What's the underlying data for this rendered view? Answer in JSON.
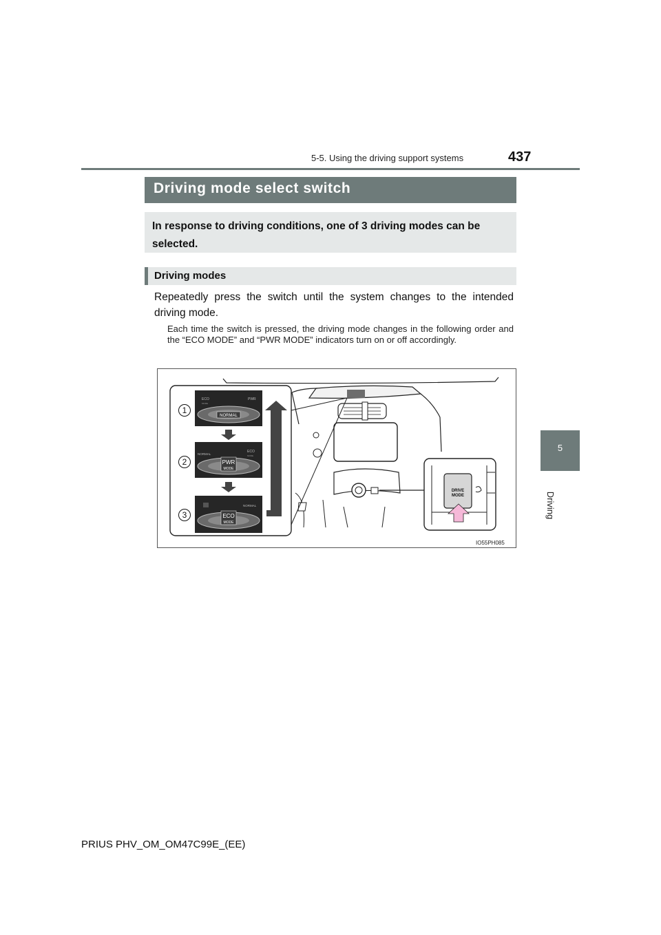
{
  "header": {
    "section": "5-5. Using the driving support systems",
    "page_number": "437"
  },
  "side_tab": {
    "chapter_number": "5",
    "chapter_label": "Driving"
  },
  "section_title": "Driving mode select switch",
  "intro": "In response to driving conditions, one of 3 driving modes can be selected.",
  "subsection_title": "Driving modes",
  "instruction": "Repeatedly press the switch until the system changes to the intended driving mode.",
  "note": "Each time the switch is pressed, the driving mode changes in the following order and the “ECO MODE” and “PWR MODE” indicators turn on or off accordingly.",
  "figure": {
    "callouts": [
      "1",
      "2",
      "3"
    ],
    "panel1": {
      "eco": "ECO",
      "mode_small": "MODE",
      "pwr": "PWR",
      "center": "NORMAL"
    },
    "panel2": {
      "normal": "NORMAL",
      "eco": "ECO",
      "mode_small": "MODE",
      "center_top": "PWR",
      "center_bottom": "MODE"
    },
    "panel3": {
      "normal": "NORMAL",
      "center_top": "ECO",
      "center_bottom": "MODE"
    },
    "switch_line1": "DRIVE",
    "switch_line2": "MODE",
    "code": "IO55PH085"
  },
  "footer": "PRIUS PHV_OM_OM47C99E_(EE)"
}
